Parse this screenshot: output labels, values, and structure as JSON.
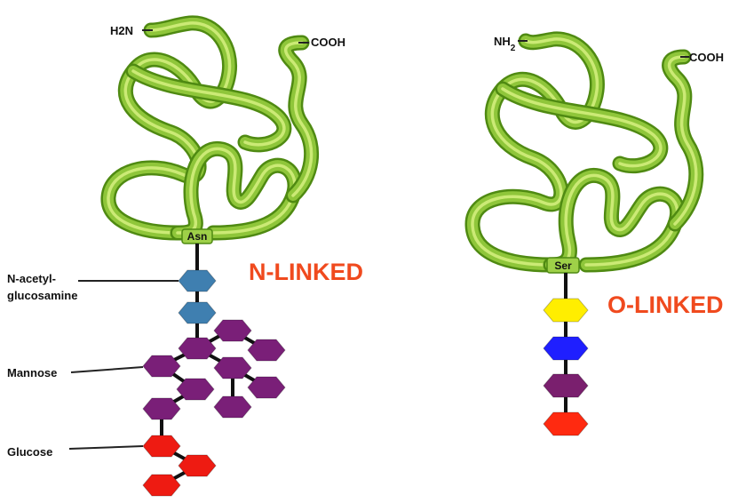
{
  "n_linked": {
    "title": "N-LINKED",
    "amino_terminus": "H2N",
    "carboxyl_terminus": "COOH",
    "residue": "Asn",
    "labels": {
      "nag_line1": "N-acetyl-",
      "nag_line2": "glucosamine",
      "mannose": "Mannose",
      "glucose": "Glucose"
    }
  },
  "o_linked": {
    "title": "O-LINKED",
    "amino_terminus": "NH",
    "amino_subscript": "2",
    "carboxyl_terminus": "COOH",
    "residue": "Ser"
  },
  "colors": {
    "title": "#f04a1e",
    "protein_main": "#8fc63a",
    "protein_dark": "#4f8a12",
    "protein_light": "#d6f080",
    "n_acetylglucosamine": "#3f7fb0",
    "mannose": "#7a1f78",
    "glucose": "#ee1b12",
    "o_sugar_1": "#ffee00",
    "o_sugar_2": "#1f1fff",
    "o_sugar_3": "#7a1f6e",
    "o_sugar_4": "#ff2a10"
  },
  "icons": {
    "protein": "coiled-protein-ribbon",
    "sugar": "hexagon-monosaccharide"
  }
}
